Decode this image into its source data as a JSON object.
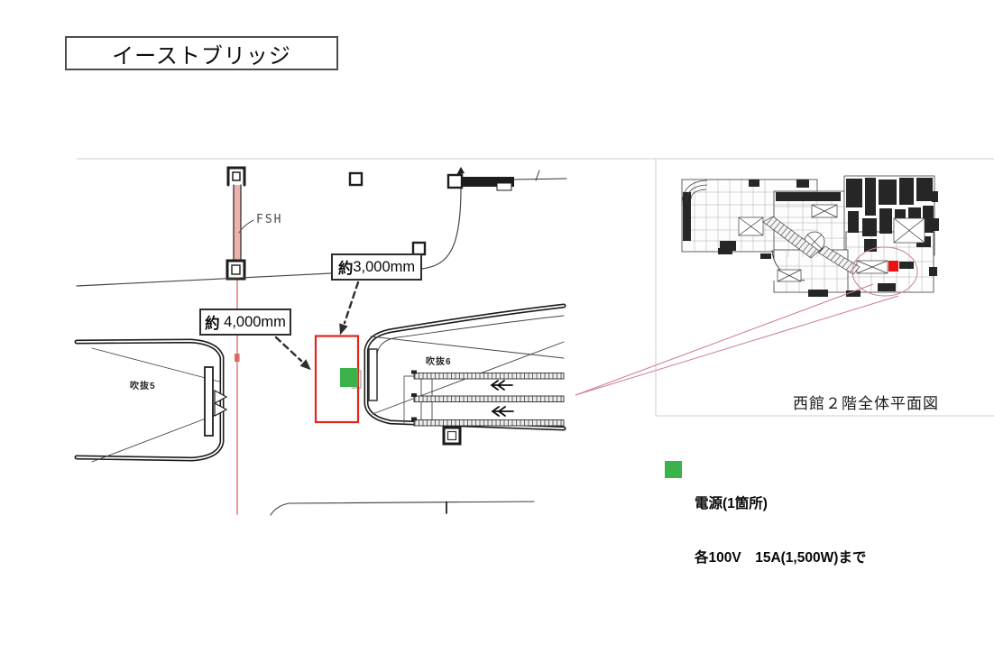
{
  "slide": {
    "title": "イーストブリッジ"
  },
  "main_plan": {
    "wall_label": "FSH",
    "atrium5_label": "吹抜5",
    "atrium6_label": "吹抜6",
    "measurement_3000_prefix": "約",
    "measurement_3000_value": "3,000mm",
    "measurement_4000_prefix": "約",
    "measurement_4000_value": " 4,000mm"
  },
  "overview": {
    "caption": "西館２階全体平面図"
  },
  "legend": {
    "power_label": "電源(1箇所)",
    "power_detail": "各100V　15A(1,500W)まで"
  },
  "colors": {
    "highlight_red": "#e1251b",
    "marker_red": "#ee1111",
    "outlet_green": "#3cb34a",
    "connector_pink": "#c97e92",
    "guide_red": "#d96a64",
    "wall_pink": "#eeb2aa"
  }
}
